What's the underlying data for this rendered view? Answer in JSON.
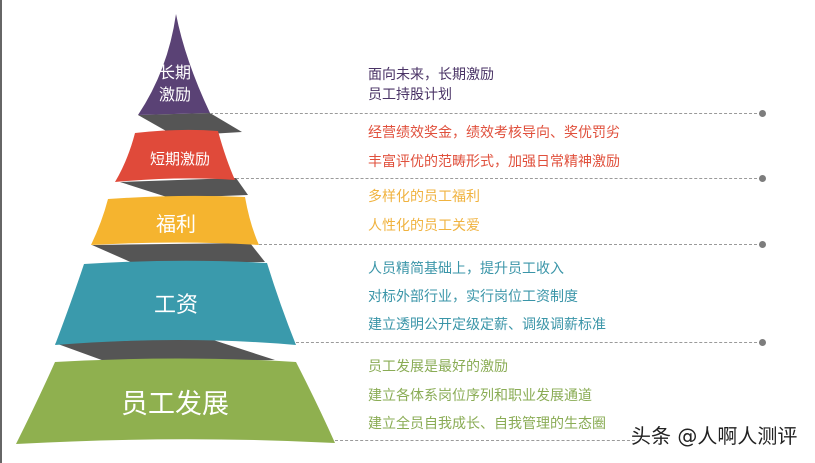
{
  "diagram": {
    "type": "pyramid",
    "colors": {
      "long_term": "#5a4275",
      "short_term": "#e04a3a",
      "welfare": "#f5b42f",
      "salary": "#3a9aac",
      "development": "#8fb04f",
      "connector": "#555555",
      "dash": "#9a9a9a"
    },
    "levels": [
      {
        "label_line1": "长期",
        "label_line2": "激励",
        "color": "#5a4275",
        "text_color": "#4a3366",
        "descriptions": [
          "面向未来，长期激励",
          "员工持股计划"
        ]
      },
      {
        "label": "短期激励",
        "color": "#e04a3a",
        "text_color": "#e0503c",
        "descriptions": [
          "经营绩效奖金，绩效考核导向、奖优罚劣",
          "丰富评优的范畴形式，加强日常精神激励"
        ]
      },
      {
        "label": "福利",
        "color": "#f5b42f",
        "text_color": "#f0b340",
        "descriptions": [
          "多样化的员工福利",
          "人性化的员工关爱"
        ]
      },
      {
        "label": "工资",
        "color": "#3a9aac",
        "text_color": "#3a95a8",
        "descriptions": [
          "人员精简基础上，提升员工收入",
          "对标外部行业，实行岗位工资制度",
          "建立透明公开定级定薪、调级调薪标准"
        ]
      },
      {
        "label": "员工发展",
        "color": "#8fb04f",
        "text_color": "#8aac55",
        "descriptions": [
          "员工发展是最好的激励",
          "建立各体系岗位序列和职业发展通道",
          "建立全员自我成长、自我管理的生态圈"
        ]
      }
    ]
  },
  "watermark": "头条 @人啊人测评"
}
